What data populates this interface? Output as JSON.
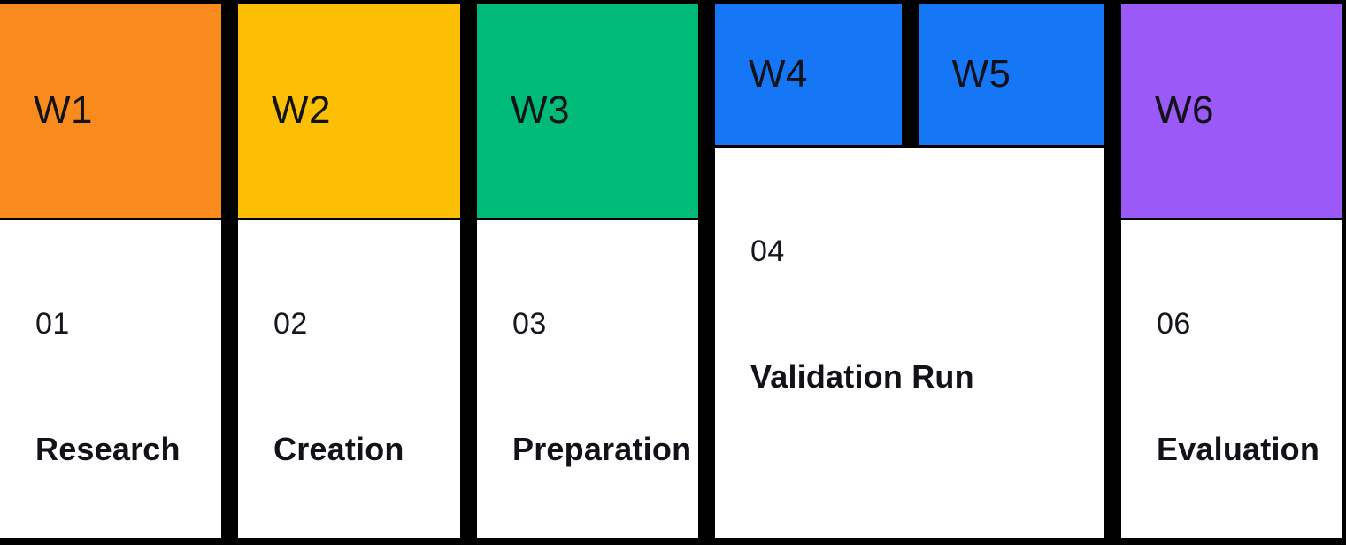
{
  "page": {
    "background": "#000000",
    "panel_background": "#ffffff",
    "text_color": "#121318"
  },
  "timeline": {
    "phases": [
      {
        "week": "W1",
        "color": "#F98A1E",
        "number": "01",
        "label": "Research"
      },
      {
        "week": "W2",
        "color": "#FCBF04",
        "number": "02",
        "label": "Creation"
      },
      {
        "week": "W3",
        "color": "#00BA77",
        "number": "03",
        "label": "Preparation"
      },
      {
        "week_a": "W4",
        "week_b": "W5",
        "color": "#1577F5",
        "number": "04",
        "label": "Validation Run"
      },
      {
        "week": "W6",
        "color": "#9B59F7",
        "number": "06",
        "label": "Evaluation"
      }
    ]
  }
}
